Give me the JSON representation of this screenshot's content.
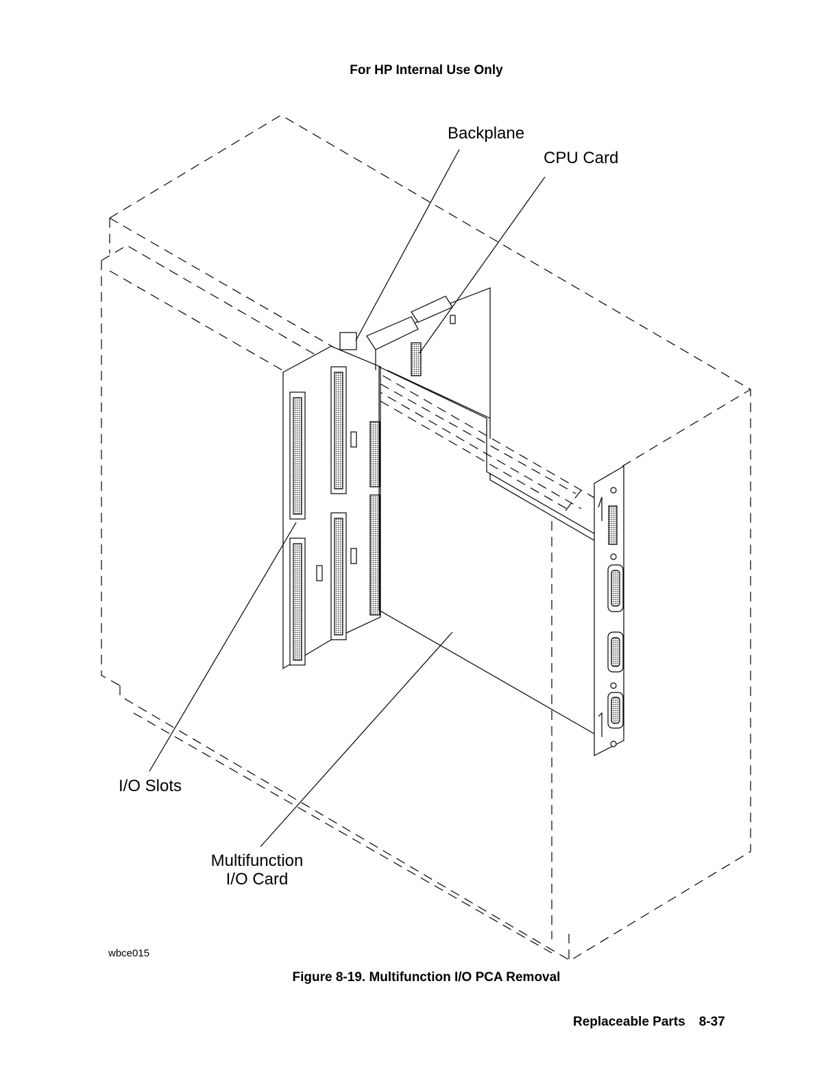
{
  "header": {
    "text": "For HP Internal Use Only"
  },
  "callouts": {
    "backplane": "Backplane",
    "cpu_card": "CPU Card",
    "io_slots": "I/O Slots",
    "multifunction_line1": "Multifunction",
    "multifunction_line2": "I/O Card"
  },
  "figure": {
    "id": "wbce015",
    "caption": "Figure 8-19. Multifunction I/O PCA Removal"
  },
  "footer": {
    "section": "Replaceable Parts",
    "page": "8-37"
  }
}
